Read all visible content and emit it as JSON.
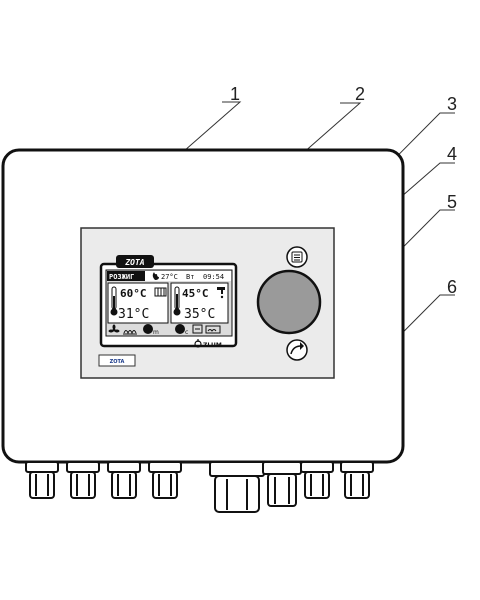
{
  "callouts": [
    {
      "label": "1"
    },
    {
      "label": "2"
    },
    {
      "label": "3"
    },
    {
      "label": "4"
    },
    {
      "label": "5"
    },
    {
      "label": "6"
    }
  ],
  "screen": {
    "brand": "ZOTA",
    "mode": "РОЗЖИГ",
    "status_temp": "27°C",
    "status_day": "Вт",
    "status_time": "09:54",
    "boiler_set": "60°C",
    "boiler_actual": "31°C",
    "water_set": "45°C",
    "water_actual": "35°C",
    "footer_brand": "ZLUM",
    "model_badge": "ZOTA"
  }
}
